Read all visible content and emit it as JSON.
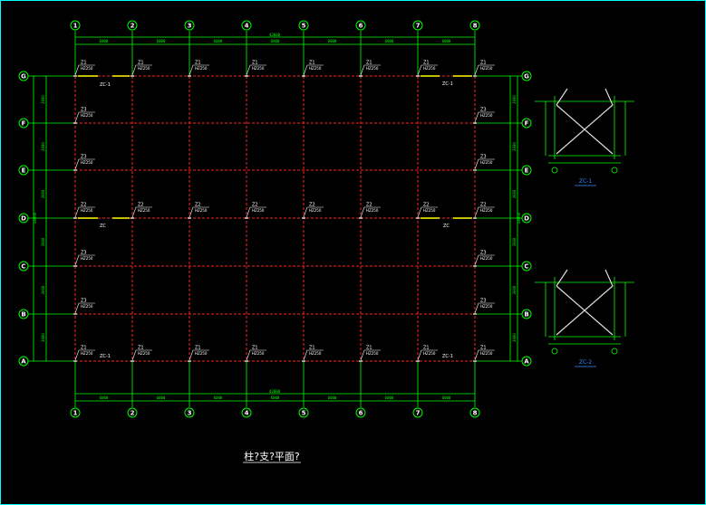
{
  "drawing": {
    "title": "柱?支?平面?",
    "total_dimension": "42000",
    "bay_dimension": "6000",
    "total_vertical": "24000",
    "vertical_bays": [
      "3000",
      "3000",
      "3000",
      "3000",
      "3000",
      "3000"
    ]
  },
  "column_axes": [
    "1",
    "2",
    "3",
    "4",
    "5",
    "6",
    "7",
    "8"
  ],
  "row_axes": [
    "G",
    "F",
    "E",
    "D",
    "C",
    "B",
    "A"
  ],
  "column_labels": {
    "z1": {
      "name": "Z1",
      "spec": "HZ250"
    },
    "z2": {
      "name": "Z2",
      "spec": "HZ250"
    },
    "z3": {
      "name": "Z3",
      "spec": "HZ250"
    }
  },
  "braces": {
    "zc1": "ZC-1",
    "zc": "ZC"
  },
  "details": [
    {
      "caption": "ZC-1"
    },
    {
      "caption": "ZC-2"
    }
  ],
  "colors": {
    "background": "#000000",
    "grid": "#ff2222",
    "axis": "#00ff00",
    "brace": "#ffff00",
    "text": "#ffffff",
    "caption": "#3a8cff"
  }
}
